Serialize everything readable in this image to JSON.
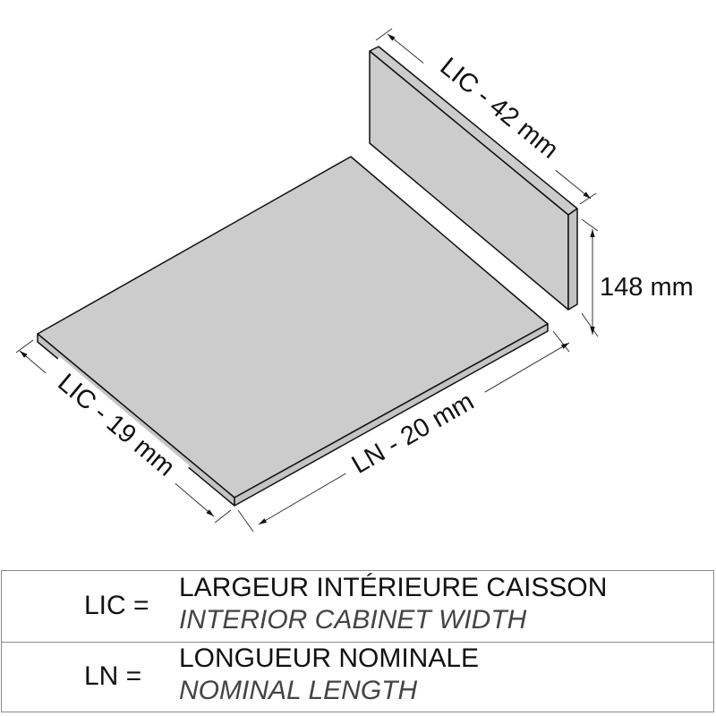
{
  "dimensions": {
    "panel_length": "LIC - 42 mm",
    "panel_height": "148 mm",
    "base_width": "LIC - 19 mm",
    "base_length": "LN - 20 mm"
  },
  "legend": [
    {
      "abbr": "LIC =",
      "french": "LARGEUR INTÉRIEURE CAISSON",
      "english": "INTERIOR CABINET WIDTH"
    },
    {
      "abbr": "LN =",
      "french": "LONGUEUR NOMINALE",
      "english": "NOMINAL LENGTH"
    }
  ],
  "colors": {
    "panel_fill": "#cccccc",
    "outline": "#111111",
    "legend_border": "#8a8a8a"
  }
}
